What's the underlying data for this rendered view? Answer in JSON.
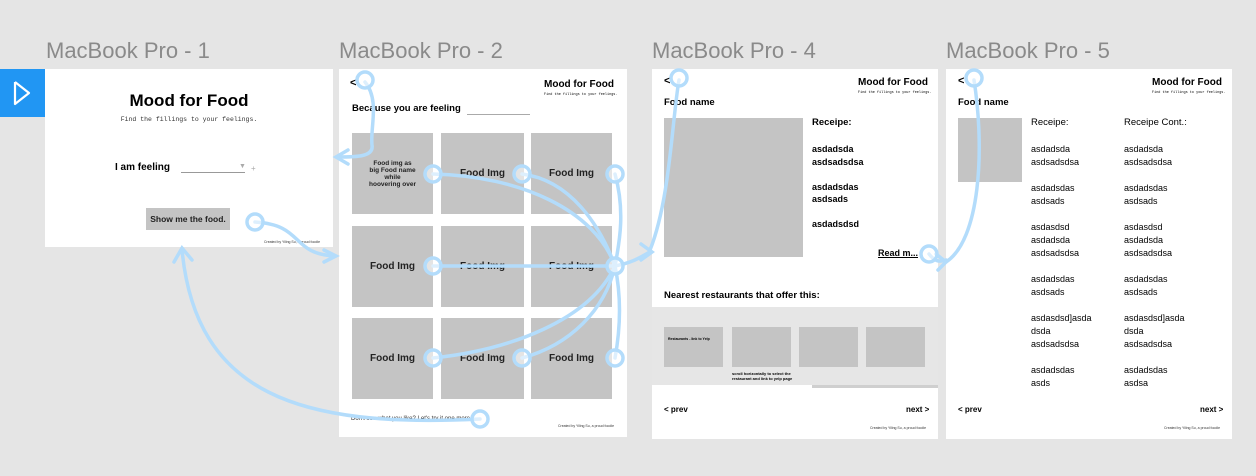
{
  "frame_titles": [
    "MacBook Pro - 1",
    "MacBook Pro - 2",
    "MacBook Pro - 4",
    "MacBook Pro - 5"
  ],
  "f1": {
    "title": "Mood for Food",
    "subtitle": "Find the fillings to your feelings.",
    "feeling_label": "I am feeling",
    "dropdown_caret": "▼",
    "plus": "+",
    "button": "Show me the food.",
    "credit": "Created by Yiling Su, a proud foodie"
  },
  "f2": {
    "back": "<",
    "title": "Mood for Food",
    "subtitle": "Find the fillings to your feelings.",
    "feeling_text": "Because you are feeling",
    "hover_tile": "Food img as big Food name while hoovering over",
    "tile_label": "Food Img",
    "footer": "Don't see what you like? Let's try it one more",
    "credit": "Created by Yiling Su, a proud foodie"
  },
  "f4": {
    "back": "<",
    "title": "Mood for Food",
    "subtitle": "Find the fillings to your feelings.",
    "food_name": "Food name",
    "recipe_label": "Receipe:",
    "recipe_lines": [
      "asdadsda",
      "asdsadsdsa",
      "",
      "asdadsdas",
      "asdsads",
      "",
      "asdadsdsd"
    ],
    "read_more": "Read m...",
    "nearest": "Nearest restaurants that offer this:",
    "rest1": "Restaurants - link to Yelp",
    "rest_note": "scroll horizontally to select the restaurant and link to yelp page",
    "prev": "< prev",
    "next": "next >",
    "credit": "Created by Yiling Su, a proud foodie"
  },
  "f5": {
    "back": "<",
    "title": "Mood for Food",
    "subtitle": "Find the fillings to your feelings.",
    "food_name": "Food name",
    "col1_title": "Receipe:",
    "col2_title": "Receipe Cont.:",
    "col1": [
      "asdadsda",
      "asdsadsdsa",
      "",
      "asdadsdas",
      "asdsads",
      "",
      "asdasdsd",
      "asdadsda",
      "asdsadsdsa",
      "",
      "asdadsdas",
      "asdsads",
      "",
      "asdasdsd]asda",
      "dsda",
      "asdsadsdsa",
      "",
      "asdadsdas",
      "asds"
    ],
    "col2": [
      "asdadsda",
      "asdsadsdsa",
      "",
      "asdadsdas",
      "asdsads",
      "",
      "asdasdsd",
      "asdadsda",
      "asdsadsdsa",
      "",
      "asdadsdas",
      "asdsads",
      "",
      "asdasdsd]asda",
      "dsda",
      "asdsadsdsa",
      "",
      "asdadsdas",
      "asdsa"
    ],
    "prev": "< prev",
    "next": "next >",
    "credit": "Created by Yiling Su, a proud foodie"
  },
  "colors": {
    "canvas": "#e5e5e5",
    "frame": "#ffffff",
    "placeholder": "#c4c4c4",
    "title": "#8a8a8a",
    "connector": "#b3dcfb",
    "play": "#2196f3"
  }
}
